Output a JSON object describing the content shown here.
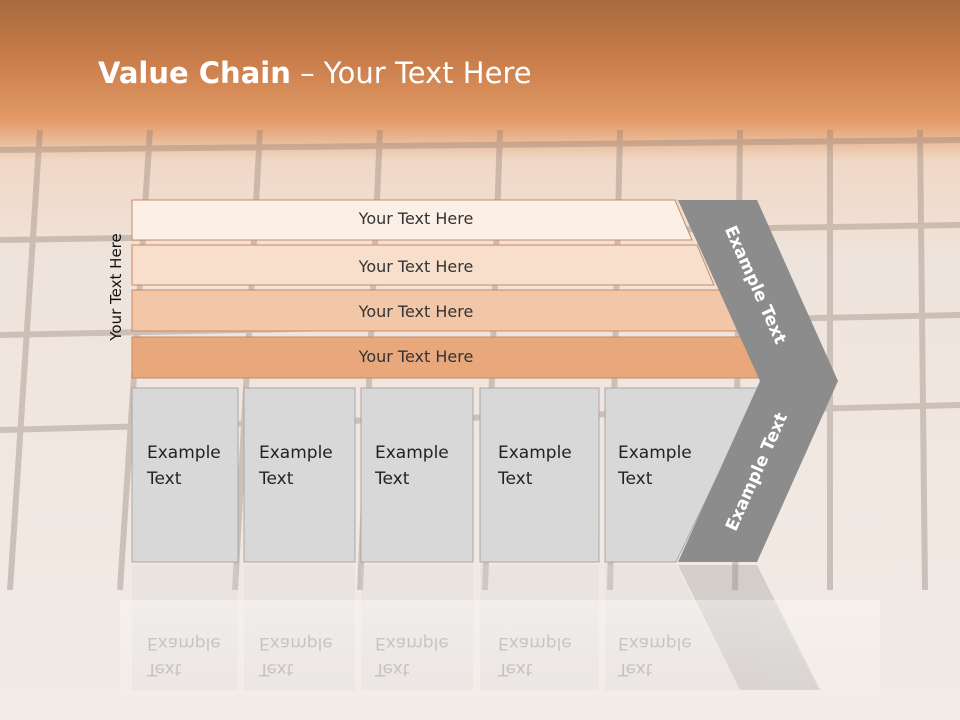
{
  "title": {
    "bold": "Value Chain",
    "rest": " – Your Text Here"
  },
  "side_label": "Your Text Here",
  "rows": [
    {
      "label": "Your Text Here",
      "color": "#fbefe6"
    },
    {
      "label": "Your Text Here",
      "color": "#f7dfcc"
    },
    {
      "label": "Your Text Here",
      "color": "#f2c7a8"
    },
    {
      "label": "Your Text Here",
      "color": "#e9a77c"
    }
  ],
  "cells": [
    {
      "line1": "Example",
      "line2": "Text"
    },
    {
      "line1": "Example",
      "line2": "Text"
    },
    {
      "line1": "Example",
      "line2": "Text"
    },
    {
      "line1": "Example",
      "line2": "Text"
    },
    {
      "line1": "Example",
      "line2": "Text"
    }
  ],
  "arrow_top_label": "Example Text",
  "arrow_bottom_label": "Example Text",
  "colors": {
    "cell_fill": "#d8d8d8",
    "arrow_fill": "#8c8c8c",
    "row_border": "#c98a62"
  }
}
